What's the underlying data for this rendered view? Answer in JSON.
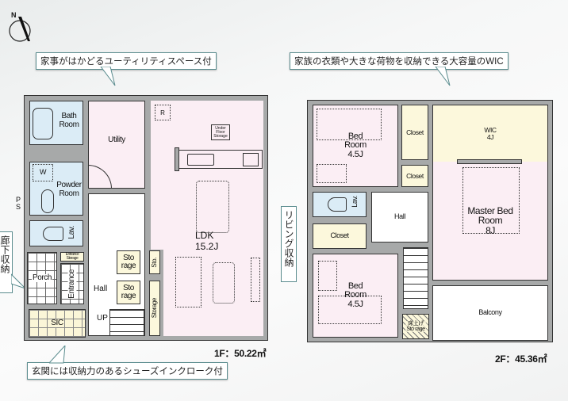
{
  "compass": {
    "label": "N",
    "icon": "compass-north-icon"
  },
  "callouts": {
    "utility": "家事がはかどるユーティリティスペース付",
    "wic": "家族の衣類や大きな荷物を収納できる大容量のWIC",
    "hall_storage": "廊下収納",
    "living_storage": "リビング収納",
    "shoes": "玄関には収納力のあるシューズインクローク付"
  },
  "floor1": {
    "area_label": "1F：50.22㎡",
    "rooms": {
      "bath": "Bath Room",
      "utility": "Utility",
      "powder": "Powder Room",
      "washer": "W",
      "ps": "P S",
      "lav": "Lav.",
      "entrance_storage": "Entrance Storage",
      "porch": "Porch",
      "entrance": "Entrance",
      "sic": "SIC",
      "hall": "Hall",
      "up": "UP",
      "storage1": "Sto rage",
      "storage2": "Sto rage",
      "sto": "Sto.",
      "storage_long": "Storage",
      "ldk_name": "LDK",
      "ldk_size": "15.2J",
      "refrigerator": "R",
      "under_floor": "Under Floor Storage"
    }
  },
  "floor2": {
    "area_label": "2F：45.36㎡",
    "rooms": {
      "bed1_name": "Bed Room",
      "bed1_size": "4.5J",
      "closet1": "Closet",
      "closet2": "Closet",
      "wic_name": "WIC",
      "wic_size": "4J",
      "master_name": "Master Bed Room",
      "master_size": "8J",
      "lav": "Lav.",
      "hall": "Hall",
      "closet3": "Closet",
      "bed2_name": "Bed Room",
      "bed2_size": "4.5J",
      "raised_storage": "床上げ Sto rage",
      "balcony": "Balcony"
    }
  },
  "colors": {
    "wall": "#a7a9a9",
    "pink_room": "#fbeef4",
    "blue_room": "#dbecf6",
    "yellow_room": "#fcf8dc",
    "callout_border": "#5a8c8e"
  }
}
